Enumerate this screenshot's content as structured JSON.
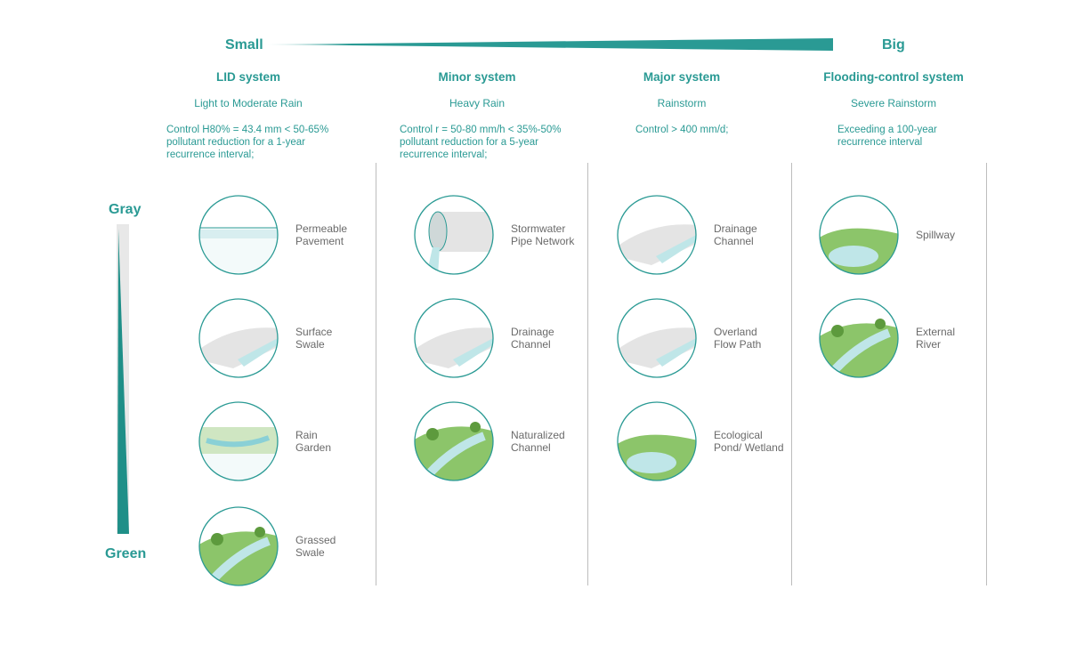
{
  "scale": {
    "small": "Small",
    "big": "Big",
    "gray": "Gray",
    "green": "Green"
  },
  "columns": [
    {
      "title": "LID system",
      "rain": "Light to Moderate Rain",
      "control": "Control H80% = 43.4 mm < 50-65%\npollutant reduction for a 1-year\nrecurrence interval;",
      "items": [
        {
          "label": "Permeable\nPavement",
          "icon": "pavement"
        },
        {
          "label": "Surface\nSwale",
          "icon": "swale"
        },
        {
          "label": "Rain\nGarden",
          "icon": "garden"
        },
        {
          "label": "Grassed\nSwale",
          "icon": "green"
        }
      ]
    },
    {
      "title": "Minor system",
      "rain": "Heavy Rain",
      "control": "Control r = 50-80 mm/h < 35%-50%\npollutant reduction for a 5-year\nrecurrence interval;",
      "items": [
        {
          "label": "Stormwater\nPipe Network",
          "icon": "pipe"
        },
        {
          "label": "Drainage\nChannel",
          "icon": "channel"
        },
        {
          "label": "Naturalized\nChannel",
          "icon": "green"
        }
      ]
    },
    {
      "title": "Major system",
      "rain": "Rainstorm",
      "control": "Control > 400 mm/d;",
      "items": [
        {
          "label": "Drainage\nChannel",
          "icon": "channel"
        },
        {
          "label": "Overland\nFlow Path",
          "icon": "channel"
        },
        {
          "label": "Ecological\nPond/ Wetland",
          "icon": "pond"
        }
      ]
    },
    {
      "title": "Flooding-control system",
      "rain": "Severe Rainstorm",
      "control": "Exceeding a 100-year\nrecurrence interval",
      "items": [
        {
          "label": "Spillway",
          "icon": "pond"
        },
        {
          "label": "External\nRiver",
          "icon": "green"
        }
      ]
    }
  ],
  "colors": {
    "teal": "#2a9a94",
    "gray": "#e6e6e6",
    "green": "#8cc56a"
  }
}
